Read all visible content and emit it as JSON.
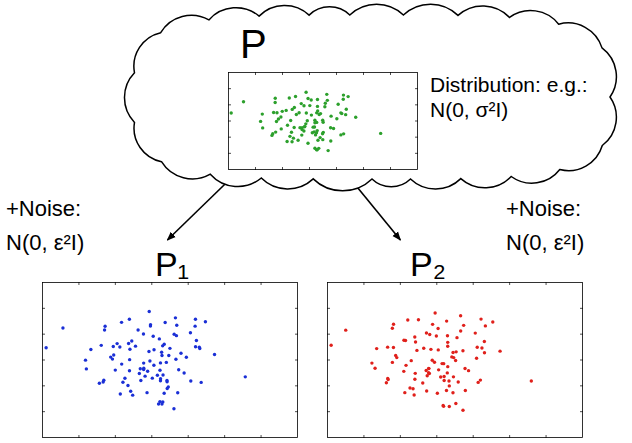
{
  "diagram": {
    "nodes": [
      {
        "text": [
          "P",
          "Distribution: e.g.: N(0, σ²I)"
        ]
      },
      {
        "text": [
          "P₁"
        ]
      },
      {
        "text": [
          "P₂"
        ]
      }
    ],
    "edges": [
      {
        "from": 0,
        "to": 1,
        "arrow": "to",
        "label": "+Noise: N(0, ε²I)"
      },
      {
        "from": 0,
        "to": 2,
        "arrow": "to",
        "label": "+Noise: N(0, ε²I)"
      }
    ]
  }
}
